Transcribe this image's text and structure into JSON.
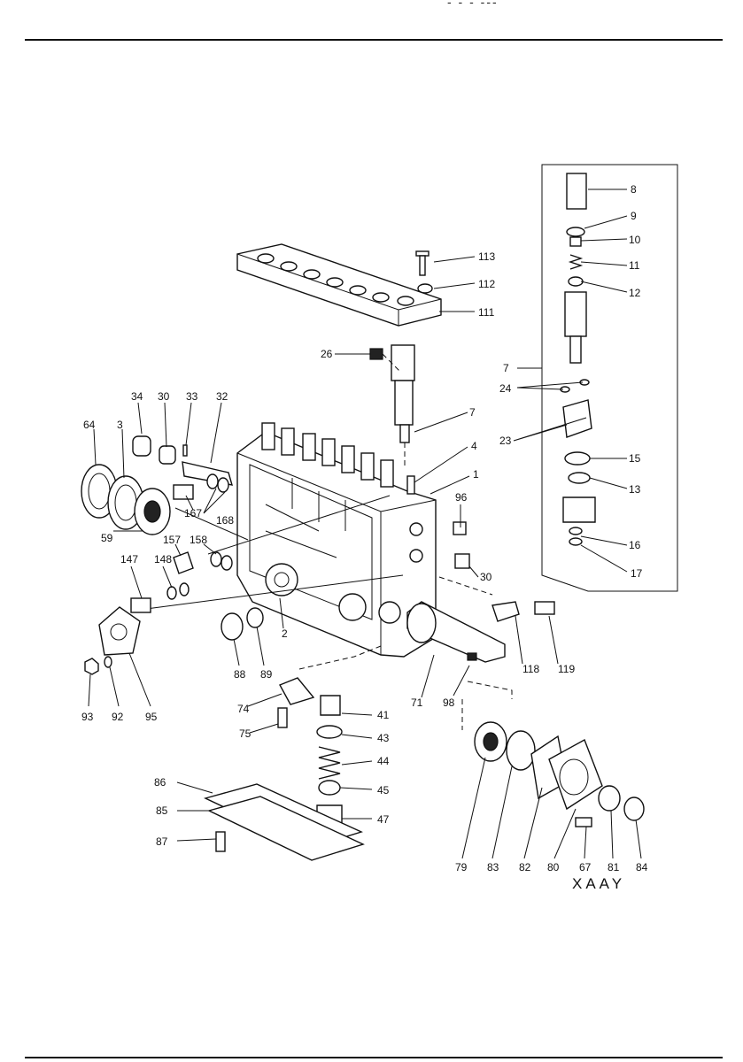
{
  "header": {
    "fragment": "- -  - ---"
  },
  "drawing_code": "XAAY",
  "parts": [
    {
      "id": "p113",
      "label": "113"
    },
    {
      "id": "p112",
      "label": "112"
    },
    {
      "id": "p111",
      "label": "111"
    },
    {
      "id": "p26",
      "label": "26"
    },
    {
      "id": "p7",
      "label": "7"
    },
    {
      "id": "p4",
      "label": "4"
    },
    {
      "id": "p1",
      "label": "1"
    },
    {
      "id": "p96",
      "label": "96"
    },
    {
      "id": "p30b",
      "label": "30"
    },
    {
      "id": "p34",
      "label": "34"
    },
    {
      "id": "p30",
      "label": "30"
    },
    {
      "id": "p33",
      "label": "33"
    },
    {
      "id": "p32",
      "label": "32"
    },
    {
      "id": "p64",
      "label": "64"
    },
    {
      "id": "p3",
      "label": "3"
    },
    {
      "id": "p167",
      "label": "167"
    },
    {
      "id": "p168",
      "label": "168"
    },
    {
      "id": "p59",
      "label": "59"
    },
    {
      "id": "p157",
      "label": "157"
    },
    {
      "id": "p158",
      "label": "158"
    },
    {
      "id": "p147",
      "label": "147"
    },
    {
      "id": "p148",
      "label": "148"
    },
    {
      "id": "p2",
      "label": "2"
    },
    {
      "id": "p88",
      "label": "88"
    },
    {
      "id": "p89",
      "label": "89"
    },
    {
      "id": "p93",
      "label": "93"
    },
    {
      "id": "p92",
      "label": "92"
    },
    {
      "id": "p95",
      "label": "95"
    },
    {
      "id": "p74",
      "label": "74"
    },
    {
      "id": "p75",
      "label": "75"
    },
    {
      "id": "p41",
      "label": "41"
    },
    {
      "id": "p43",
      "label": "43"
    },
    {
      "id": "p44",
      "label": "44"
    },
    {
      "id": "p45",
      "label": "45"
    },
    {
      "id": "p47",
      "label": "47"
    },
    {
      "id": "p86",
      "label": "86"
    },
    {
      "id": "p85",
      "label": "85"
    },
    {
      "id": "p87",
      "label": "87"
    },
    {
      "id": "p71",
      "label": "71"
    },
    {
      "id": "p98",
      "label": "98"
    },
    {
      "id": "p118",
      "label": "118"
    },
    {
      "id": "p119",
      "label": "119"
    },
    {
      "id": "p79",
      "label": "79"
    },
    {
      "id": "p83",
      "label": "83"
    },
    {
      "id": "p82",
      "label": "82"
    },
    {
      "id": "p80",
      "label": "80"
    },
    {
      "id": "p67",
      "label": "67"
    },
    {
      "id": "p81",
      "label": "81"
    },
    {
      "id": "p84",
      "label": "84"
    },
    {
      "id": "i8",
      "label": "8"
    },
    {
      "id": "i9",
      "label": "9"
    },
    {
      "id": "i10",
      "label": "10"
    },
    {
      "id": "i11",
      "label": "11"
    },
    {
      "id": "i12",
      "label": "12"
    },
    {
      "id": "i7",
      "label": "7"
    },
    {
      "id": "i24",
      "label": "24"
    },
    {
      "id": "i23",
      "label": "23"
    },
    {
      "id": "i15",
      "label": "15"
    },
    {
      "id": "i13",
      "label": "13"
    },
    {
      "id": "i16",
      "label": "16"
    },
    {
      "id": "i17",
      "label": "17"
    }
  ]
}
